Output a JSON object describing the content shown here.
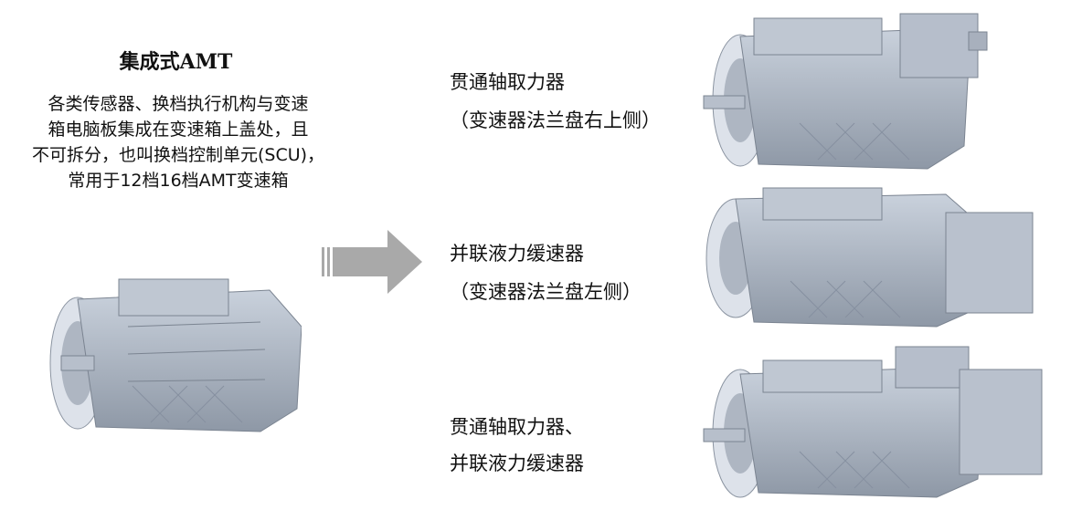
{
  "left": {
    "title": "集成式AMT",
    "description_lines": [
      "各类传感器、换档执行机构与变速",
      "箱电脑板集成在变速箱上盖处，且",
      "不可拆分，也叫换档控制单元(SCU)，",
      "常用于12档16档AMT变速箱"
    ]
  },
  "arrow": {
    "icon": "right-arrow-icon",
    "color": "#a9a9a9"
  },
  "variants": [
    {
      "label": "贯通轴取力器",
      "sub": "（变速器法兰盘右上侧）"
    },
    {
      "label": "并联液力缓速器",
      "sub": "（变速器法兰盘左侧）"
    },
    {
      "label": "贯通轴取力器、",
      "sub": "并联液力缓速器"
    }
  ],
  "images": {
    "base": "gearbox-image",
    "variant1": "gearbox-with-pto-image",
    "variant2": "gearbox-with-retarder-image",
    "variant3": "gearbox-with-pto-and-retarder-image"
  }
}
